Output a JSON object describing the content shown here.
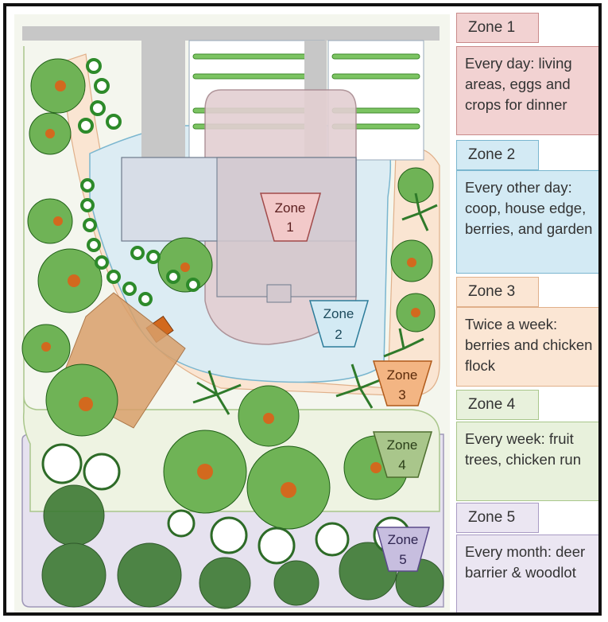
{
  "diagram": {
    "zone_markers": [
      {
        "zone": "Zone",
        "num": "1"
      },
      {
        "zone": "Zone",
        "num": "2"
      },
      {
        "zone": "Zone",
        "num": "3"
      },
      {
        "zone": "Zone",
        "num": "4"
      },
      {
        "zone": "Zone",
        "num": "5"
      }
    ]
  },
  "legend": [
    {
      "title": "Zone 1",
      "description": "Every day: living areas, eggs and crops for dinner",
      "bg": "#f2d2d2",
      "border": "#c98a8a"
    },
    {
      "title": "Zone 2",
      "description": "Every other day: coop, house edge, berries, and garden",
      "bg": "#d3eaf4",
      "border": "#7ab6cf"
    },
    {
      "title": "Zone 3",
      "description": "Twice a week: berries and chicken flock",
      "bg": "#fbe6d4",
      "border": "#e0b08a"
    },
    {
      "title": "Zone 4",
      "description": "Every week: fruit trees, chicken run",
      "bg": "#e8f1dc",
      "border": "#a9c68b"
    },
    {
      "title": "Zone 5",
      "description": "Every month: deer barrier & woodlot",
      "bg": "#ebe6f2",
      "border": "#a99bc4"
    }
  ]
}
